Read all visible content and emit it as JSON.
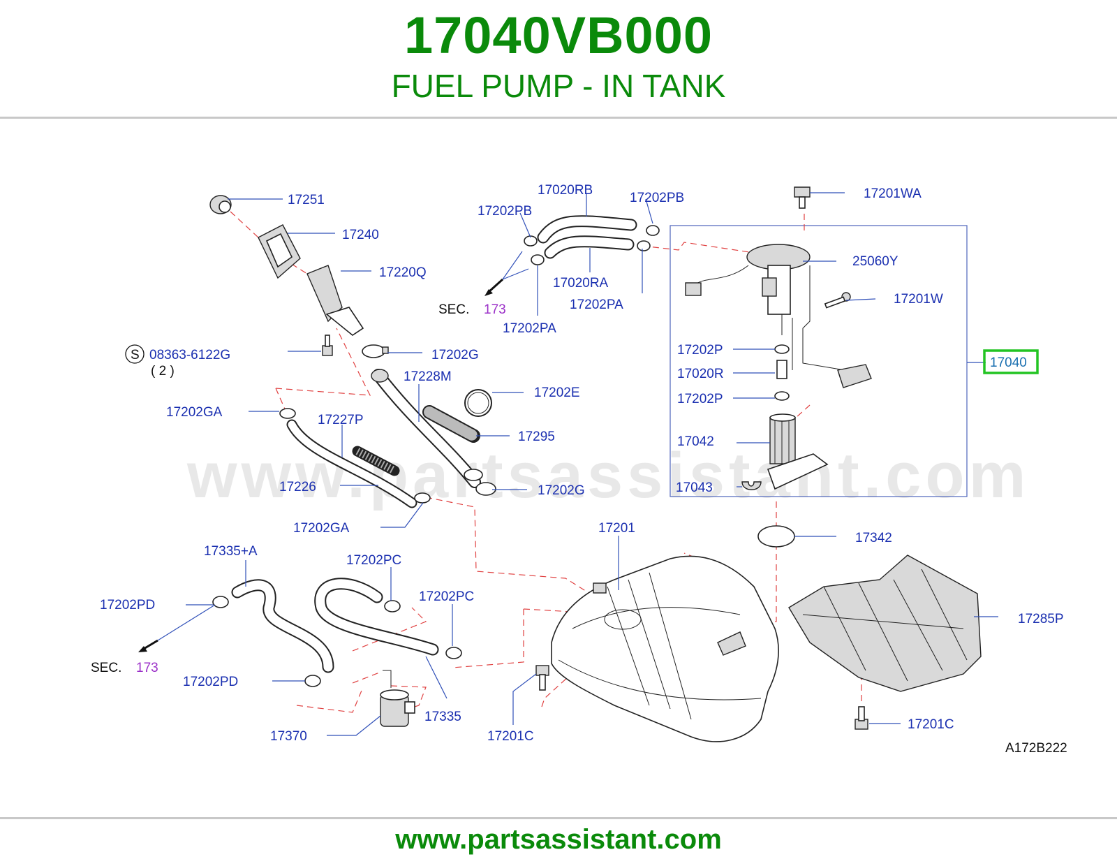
{
  "header": {
    "part_number": "17040VB000",
    "title": "FUEL PUMP - IN TANK"
  },
  "footer": {
    "url": "www.partsassistant.com"
  },
  "watermark": "www.partsassistant.com",
  "diagram": {
    "code": "A172B222",
    "highlight_color": "#22c422",
    "highlighted_label": "17040",
    "labels": {
      "l17251": "17251",
      "l17240": "17240",
      "l17220Q": "17220Q",
      "l08363": "08363-6122G",
      "l08363_qty": "( 2 )",
      "s_circle": "S",
      "l17202G_a": "17202G",
      "l17228M": "17228M",
      "l17202E": "17202E",
      "l17202GA_a": "17202GA",
      "l17227P": "17227P",
      "l17295": "17295",
      "l17226": "17226",
      "l17202G_b": "17202G",
      "l17202GA_b": "17202GA",
      "l17020RB": "17020RB",
      "l17202PB_a": "17202PB",
      "l17202PB_b": "17202PB",
      "l17020RA": "17020RA",
      "l17202PA_a": "17202PA",
      "l17202PA_b": "17202PA",
      "sec_a": "SEC.",
      "sec_a_num": "173",
      "l17201WA": "17201WA",
      "l25060Y": "25060Y",
      "l17201W": "17201W",
      "l17202P_a": "17202P",
      "l17020R": "17020R",
      "l17202P_b": "17202P",
      "l17040": "17040",
      "l17042": "17042",
      "l17043": "17043",
      "l17201": "17201",
      "l17342": "17342",
      "l17335A": "17335+A",
      "l17202PC_a": "17202PC",
      "l17202PC_b": "17202PC",
      "l17202PD_a": "17202PD",
      "l17202PD_b": "17202PD",
      "sec_b": "SEC.",
      "sec_b_num": "173",
      "l17285P": "17285P",
      "l17335": "17335",
      "l17370": "17370",
      "l17201C_a": "17201C",
      "l17201C_b": "17201C"
    }
  }
}
